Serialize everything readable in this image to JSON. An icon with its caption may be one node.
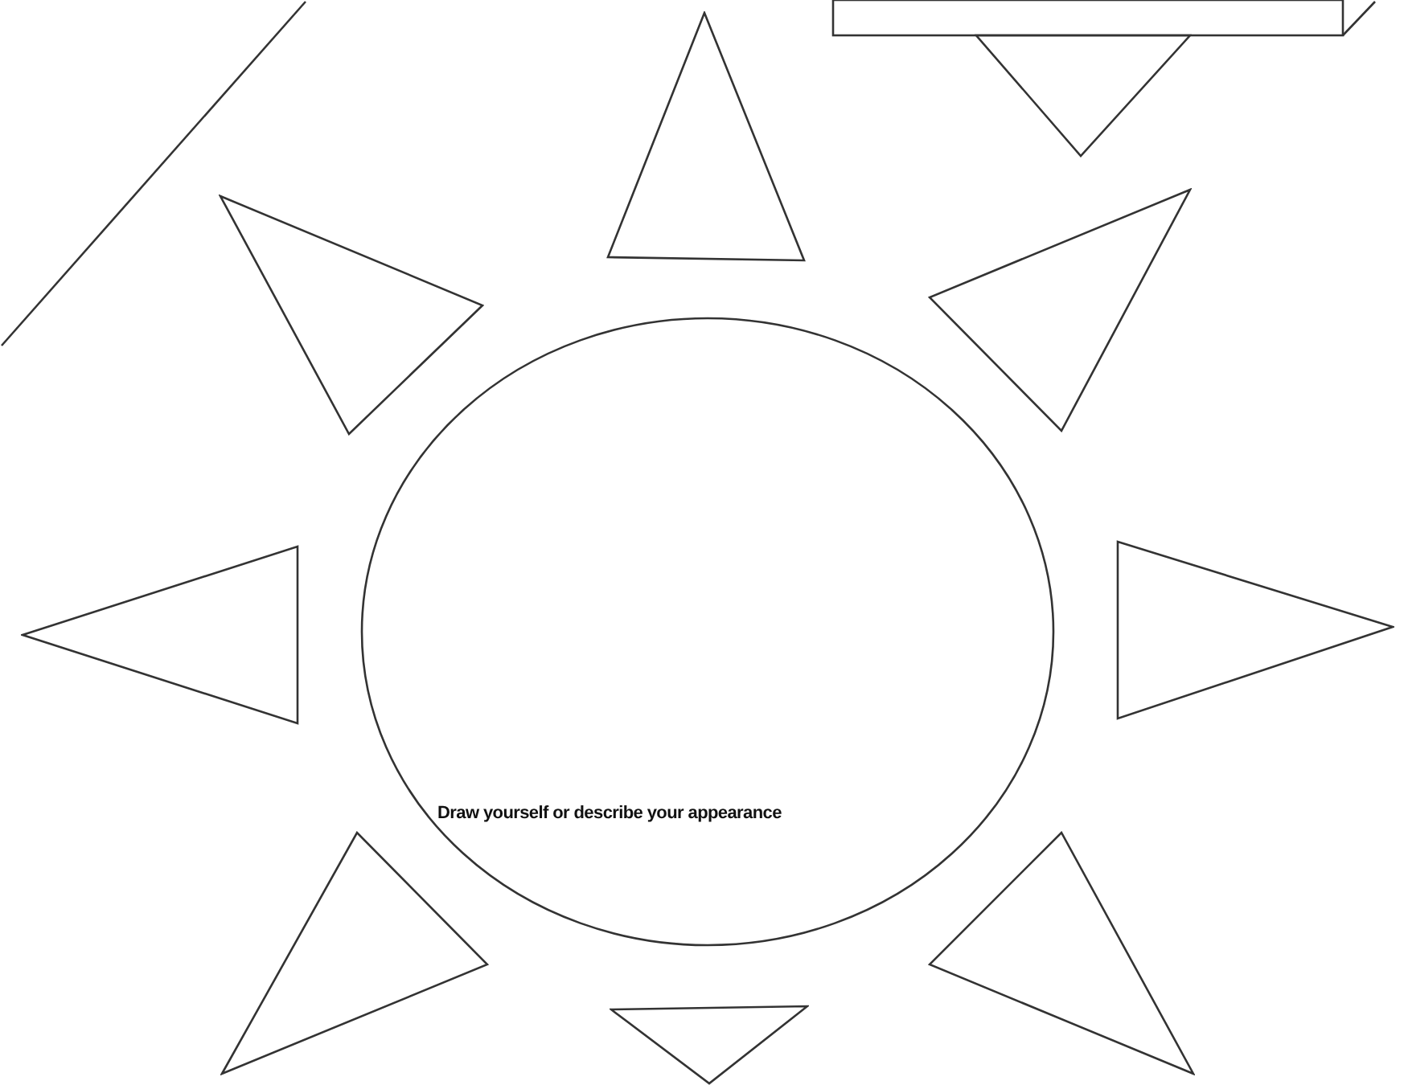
{
  "diagram": {
    "nodes": [
      {
        "text": [],
        "shape": "box"
      },
      {
        "text": [],
        "shape": "triangle"
      },
      {
        "text": [],
        "shape": "triangle"
      },
      {
        "text": [],
        "shape": "triangle"
      },
      {
        "text": [],
        "shape": "triangle"
      },
      {
        "text": [],
        "shape": "triangle"
      },
      {
        "text": [
          "Draw yourself or describe your appearance"
        ]
      },
      {
        "text": [],
        "shape": "triangle"
      },
      {
        "text": [],
        "shape": "triangle"
      },
      {
        "text": [],
        "shape": "triangle"
      },
      {
        "text": [],
        "shape": "triangle"
      }
    ]
  }
}
